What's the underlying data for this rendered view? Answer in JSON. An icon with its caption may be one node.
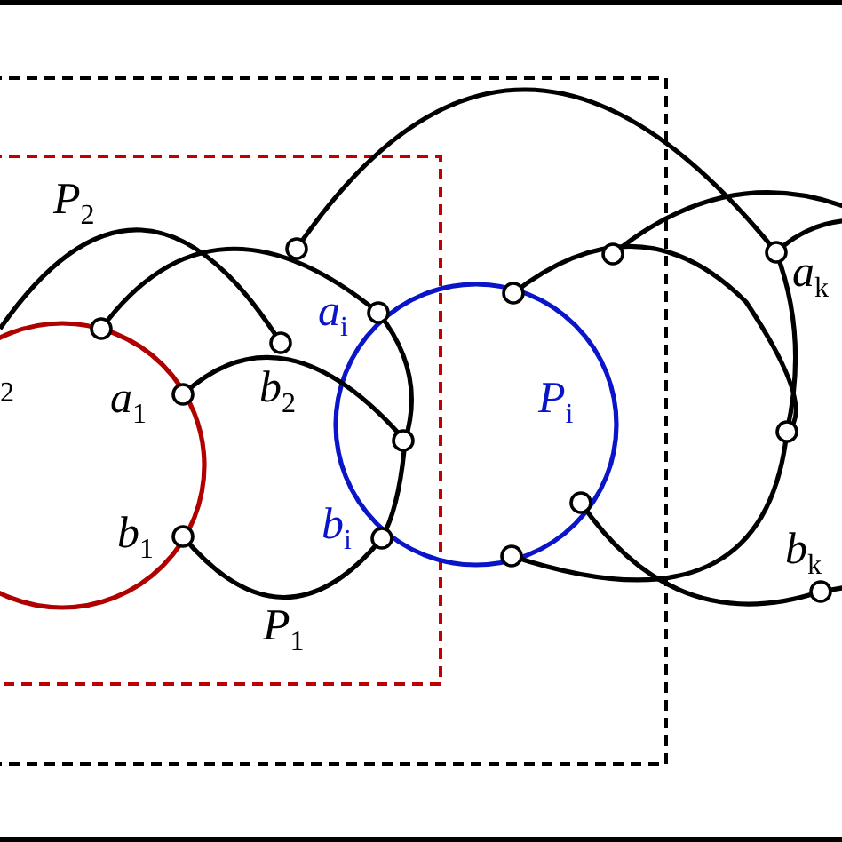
{
  "diagram": {
    "labels": [
      "P$_{2}$",
      "$_{2}$",
      "a$_{1}$",
      "b$_{2}$",
      "a$_{i}$",
      "P$_{i}$",
      "a$_{k}$",
      "b$_{1}$",
      "b$_{i}$",
      "b$_{k}$",
      "P$_{1}$"
    ]
  }
}
